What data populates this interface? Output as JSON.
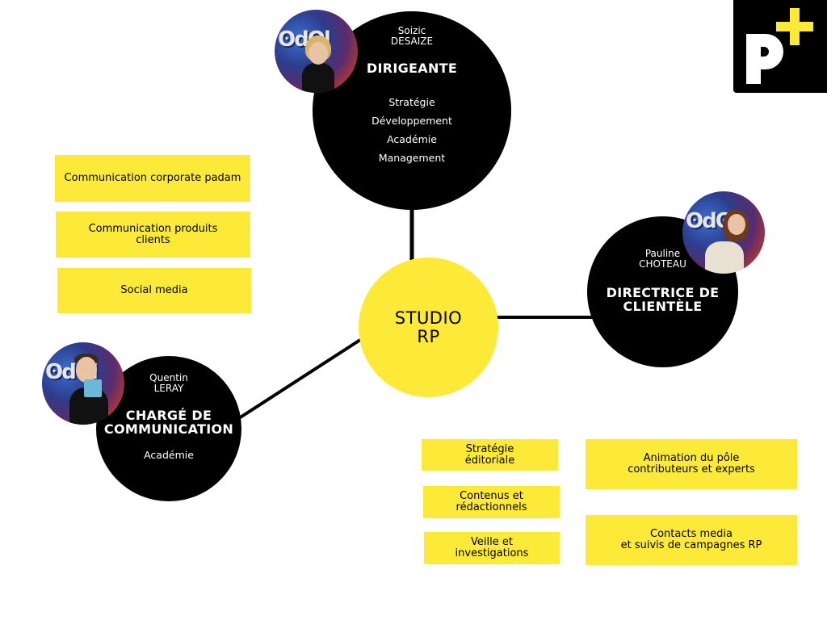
{
  "center": {
    "line1": "STUDIO",
    "line2": "RP"
  },
  "dirigeante": {
    "first_name": "Soizic",
    "last_name": "DESAIZE",
    "role": "DIRIGEANTE",
    "tasks": [
      "Stratégie",
      "Développement",
      "Académie",
      "Management"
    ]
  },
  "directrice": {
    "first_name": "Pauline",
    "last_name": "CHOTEAU",
    "role_line1": "DIRECTRICE DE",
    "role_line2": "CLIENTÈLE"
  },
  "charge": {
    "first_name": "Quentin",
    "last_name": "LERAY",
    "role_line1": "CHARGÉ DE",
    "role_line2": "COMMUNICATION",
    "task": "Académie"
  },
  "left_boxes": [
    {
      "line1": "Communication corporate padam",
      "line2": ""
    },
    {
      "line1": "Communication produits",
      "line2": "clients"
    },
    {
      "line1": "Social media",
      "line2": ""
    }
  ],
  "bottom_boxes": [
    {
      "line1": "Stratégie",
      "line2": "éditoriale"
    },
    {
      "line1": "Contenus et",
      "line2": "rédactionnels"
    },
    {
      "line1": "Veille et",
      "line2": "investigations"
    },
    {
      "line1": "Animation du pôle",
      "line2": "contributeurs et experts"
    },
    {
      "line1": "Contacts media",
      "line2": "et suivis de campagnes RP"
    }
  ],
  "logo": {
    "name": "p-plus-logo",
    "letter": "p",
    "accent": "#fdea38"
  },
  "colors": {
    "yellow": "#fdea38",
    "black": "#000000"
  }
}
